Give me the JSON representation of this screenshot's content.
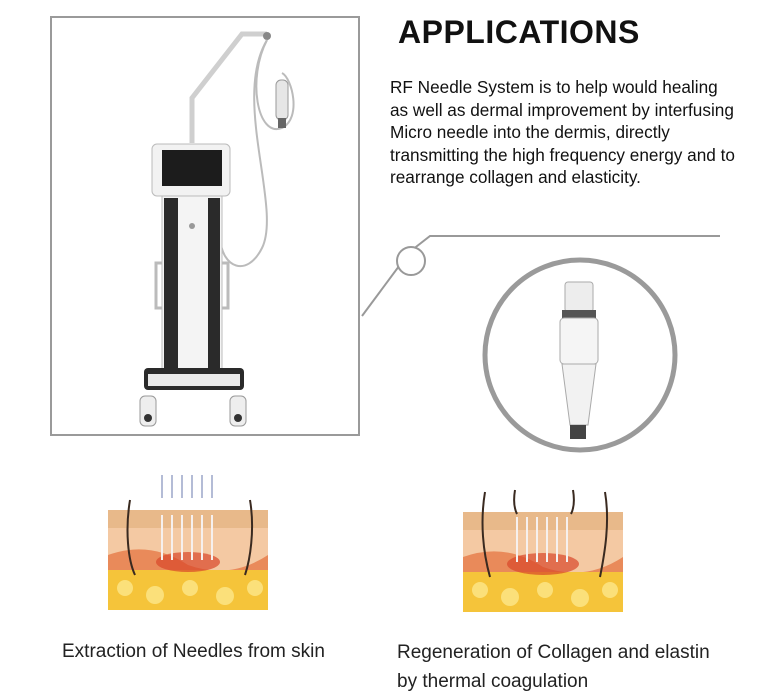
{
  "header": {
    "title": "APPLICATIONS",
    "description": "RF Needle System is to help would healing as well as dermal improvement by interfusing Micro needle into the dermis, directly transmitting the high frequency energy and to rearrange collagen and elasticity."
  },
  "captions": {
    "left": "Extraction of Needles from skin",
    "right_line1": "Regeneration of Collagen and elastin",
    "right_line2": "by thermal coagulation"
  },
  "colors": {
    "frame": "#9a9a9a",
    "skin_top": "#e8b98a",
    "skin_mid": "#f4c9a3",
    "fat": "#f5c43a",
    "dermis_red": "#e0603a"
  }
}
